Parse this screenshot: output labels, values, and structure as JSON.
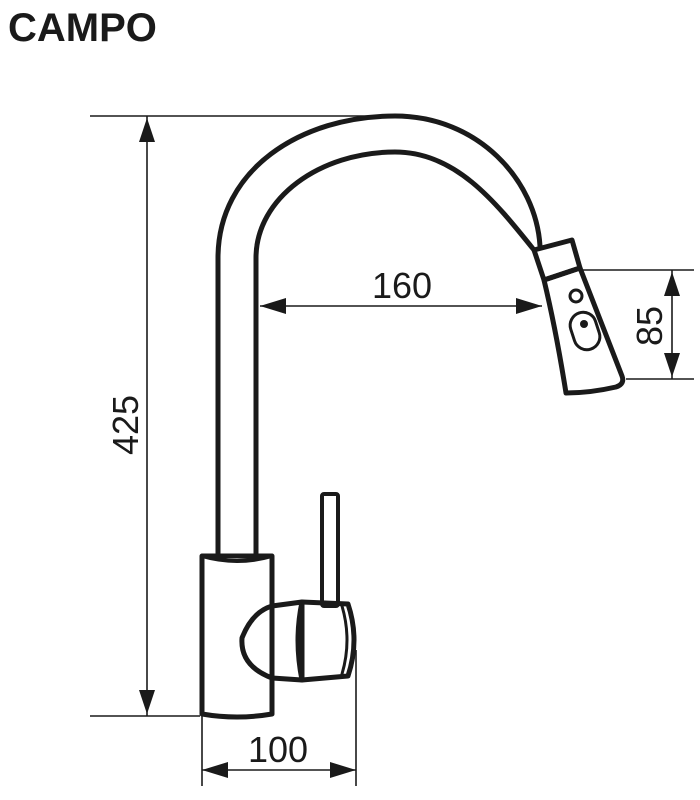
{
  "title": "CAMPO",
  "dimensions": {
    "height_total": "425",
    "reach": "160",
    "spray_head_height": "85",
    "base_width": "100"
  }
}
